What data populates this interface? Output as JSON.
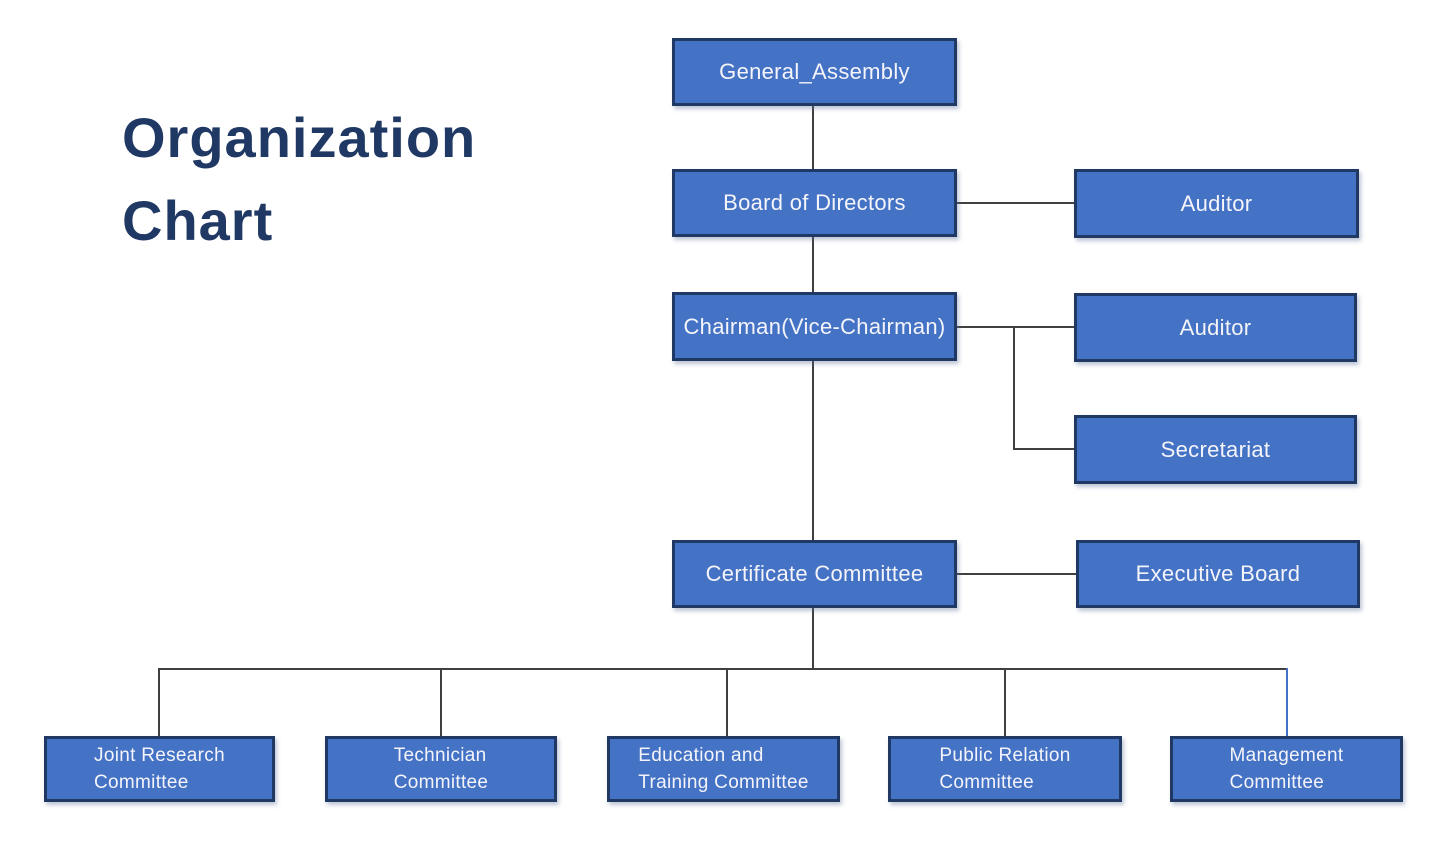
{
  "title": "Organization\nChart",
  "colors": {
    "box_fill": "#4472C4",
    "box_border": "#1F3864",
    "box_text": "#F4F4FA",
    "connector": "#404040",
    "connector_accent": "#4472C4",
    "title_text": "#1F3864"
  },
  "nodes": {
    "general_assembly": "General_Assembly",
    "board_of_directors": "Board of Directors",
    "auditor_top": "Auditor",
    "chairman": "Chairman(Vice-Chairman)",
    "auditor_mid": "Auditor",
    "secretariat": "Secretariat",
    "certificate_committee": "Certificate Committee",
    "executive_board": "Executive Board",
    "joint_research_committee": "Joint Research\nCommittee",
    "technician_committee": "Technician\nCommittee",
    "education_training_committee": "Education and\nTraining Committee",
    "public_relation_committee": "Public Relation\nCommittee",
    "management_committee": "Management\nCommittee"
  },
  "edges": [
    {
      "from": "general_assembly",
      "to": "board_of_directors"
    },
    {
      "from": "board_of_directors",
      "to": "auditor_top"
    },
    {
      "from": "board_of_directors",
      "to": "chairman"
    },
    {
      "from": "chairman",
      "to": "auditor_mid"
    },
    {
      "from": "chairman",
      "to": "secretariat"
    },
    {
      "from": "chairman",
      "to": "certificate_committee"
    },
    {
      "from": "certificate_committee",
      "to": "executive_board"
    },
    {
      "from": "certificate_committee",
      "to": "joint_research_committee"
    },
    {
      "from": "certificate_committee",
      "to": "technician_committee"
    },
    {
      "from": "certificate_committee",
      "to": "education_training_committee"
    },
    {
      "from": "certificate_committee",
      "to": "public_relation_committee"
    },
    {
      "from": "certificate_committee",
      "to": "management_committee"
    }
  ]
}
